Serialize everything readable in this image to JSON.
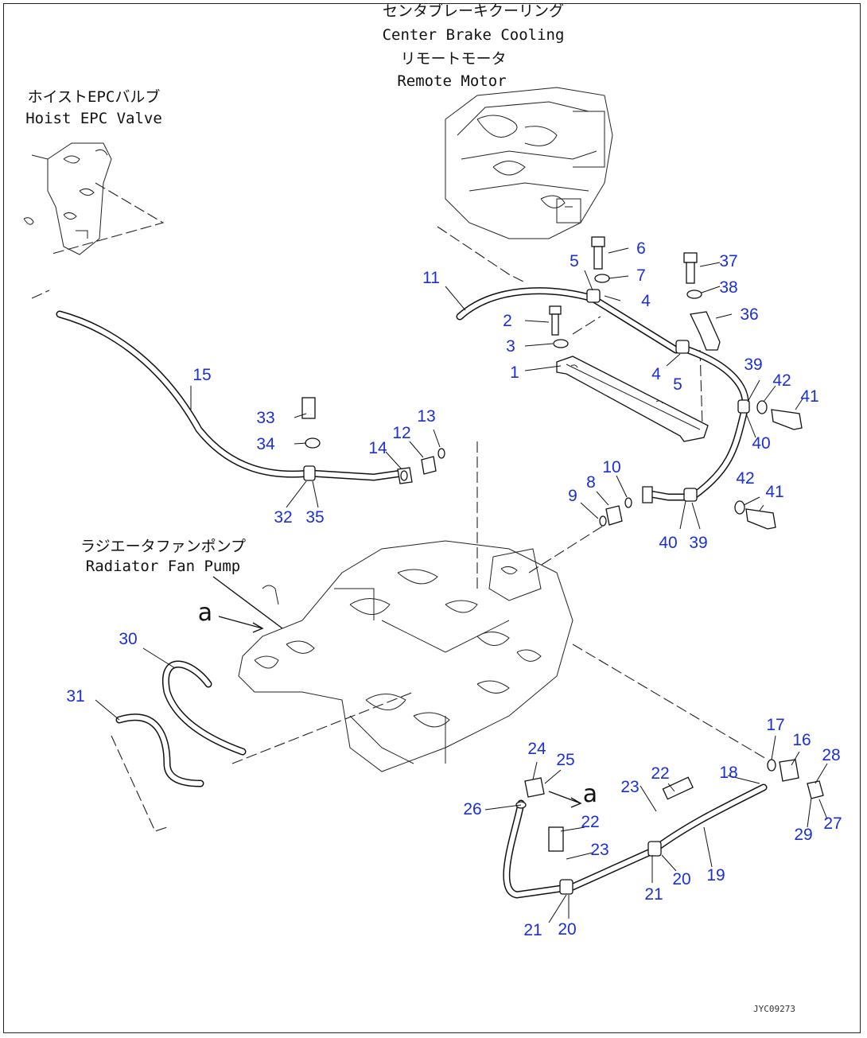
{
  "captions": {
    "center_brake_jp": "センタブレーキクーリング",
    "center_brake_en": "Center Brake Cooling",
    "remote_motor_jp": "リモートモータ",
    "remote_motor_en": "Remote Motor",
    "hoist_valve_jp": "ホイストEPCバルブ",
    "hoist_valve_en": "Hoist EPC Valve",
    "fan_pump_jp": "ラジエータファンポンプ",
    "fan_pump_en": "Radiator Fan Pump",
    "view_letter_1": "a",
    "view_letter_2": "a",
    "drawing_code": "JYC09273"
  },
  "callouts": {
    "c1": "1",
    "c2": "2",
    "c3": "3",
    "c4a": "4",
    "c4b": "4",
    "c5a": "5",
    "c5b": "5",
    "c6": "6",
    "c7": "7",
    "c8": "8",
    "c9": "9",
    "c10": "10",
    "c11": "11",
    "c12": "12",
    "c13": "13",
    "c14": "14",
    "c15": "15",
    "c16": "16",
    "c17": "17",
    "c18": "18",
    "c19": "19",
    "c20a": "20",
    "c20b": "20",
    "c21a": "21",
    "c21b": "21",
    "c22a": "22",
    "c22b": "22",
    "c23a": "23",
    "c23b": "23",
    "c24": "24",
    "c25": "25",
    "c26": "26",
    "c27": "27",
    "c28": "28",
    "c29": "29",
    "c30": "30",
    "c31": "31",
    "c32": "32",
    "c33": "33",
    "c34": "34",
    "c35": "35",
    "c36": "36",
    "c37": "37",
    "c38": "38",
    "c39a": "39",
    "c39b": "39",
    "c40a": "40",
    "c40b": "40",
    "c41a": "41",
    "c41b": "41",
    "c42a": "42",
    "c42b": "42"
  },
  "colors": {
    "callout": "#1a2fd6",
    "line": "#111111"
  }
}
